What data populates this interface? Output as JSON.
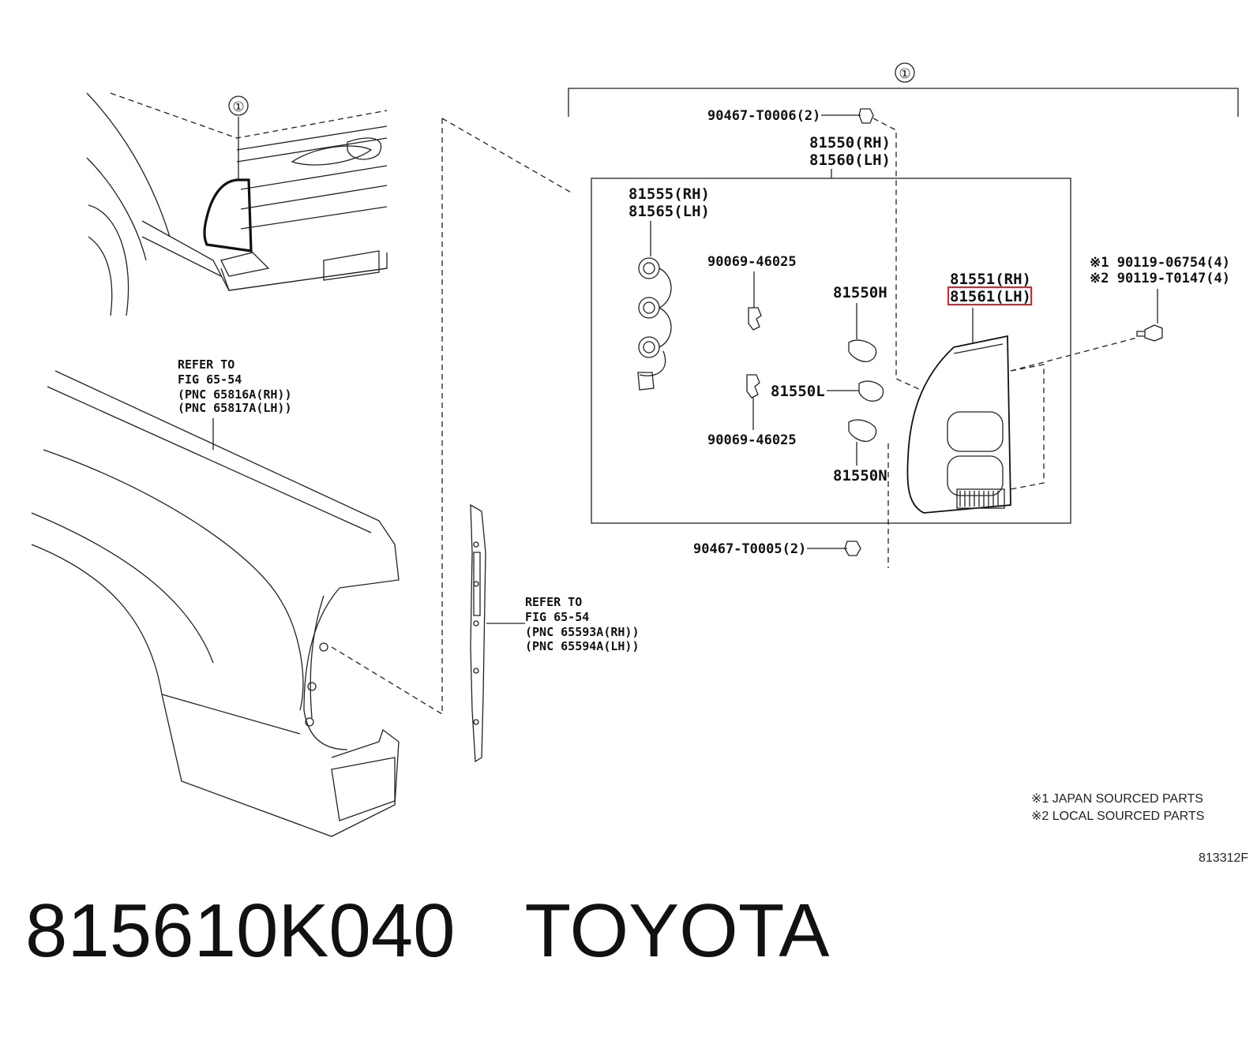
{
  "labels": {
    "circle_one": "①",
    "clip_top": "90467-T0006(2)",
    "lamp_assy_rh": "81550(RH)",
    "lamp_assy_lh": "81560(LH)",
    "socket_rh": "81555(RH)",
    "socket_lh": "81565(LH)",
    "clip_a": "90069-46025",
    "clip_b": "90069-46025",
    "bulb_h": "81550H",
    "bulb_l": "81550L",
    "bulb_n": "81550N",
    "lens_rh": "81551(RH)",
    "lens_lh": "81561(LH)",
    "screw_1": "※1 90119-06754(4)",
    "screw_2": "※2 90119-T0147(4)",
    "clip_bottom": "90467-T0005(2)",
    "refer_upper_1": "REFER TO",
    "refer_upper_2": "FIG 65-54",
    "refer_upper_3": "(PNC 65816A(RH))",
    "refer_upper_4": "(PNC 65817A(LH))",
    "refer_lower_1": "REFER TO",
    "refer_lower_2": "FIG 65-54",
    "refer_lower_3": "(PNC 65593A(RH))",
    "refer_lower_4": "(PNC 65594A(LH))",
    "note_1": "※1 JAPAN SOURCED PARTS",
    "note_2": "※2 LOCAL SOURCED PARTS",
    "diagram_id": "813312F"
  },
  "footer": {
    "part_number": "815610K040",
    "brand": "TOYOTA"
  },
  "colors": {
    "highlight": "#e0202a",
    "ink": "#111111"
  }
}
